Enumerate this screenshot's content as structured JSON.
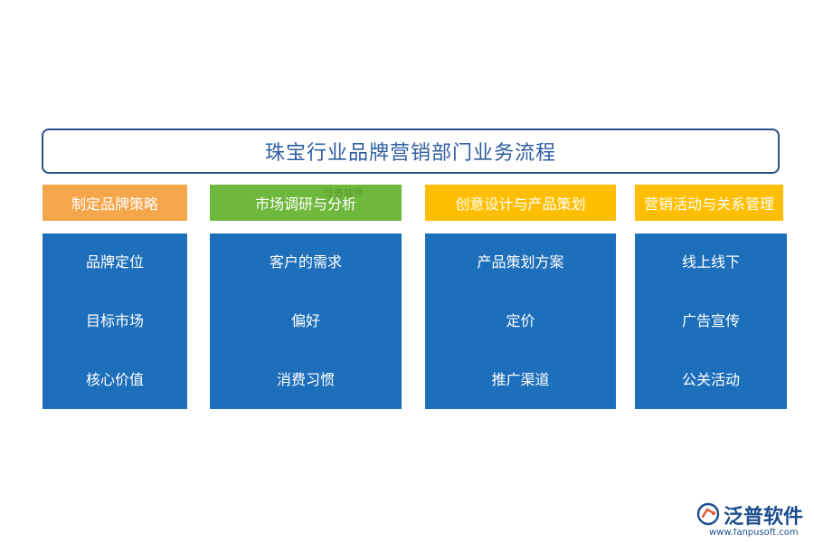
{
  "title": "珠宝行业品牌营销部门业务流程",
  "colors": {
    "title_border": "#2f4f8f",
    "title_text": "#2e5d9f",
    "body_blue": "#1e6fbb",
    "header_orange": "#f5a54a",
    "header_green": "#6fb83e",
    "header_yellow": "#ffbf00"
  },
  "columns": [
    {
      "header": "制定品牌策略",
      "header_color": "#f5a54a",
      "items": [
        "品牌定位",
        "目标市场",
        "核心价值"
      ]
    },
    {
      "header": "市场调研与分析",
      "header_color": "#6fb83e",
      "items": [
        "客户的需求",
        "偏好",
        "消费习惯"
      ]
    },
    {
      "header": "创意设计与产品策划",
      "header_color": "#ffbf00",
      "items": [
        "产品策划方案",
        "定价",
        "推广渠道"
      ]
    },
    {
      "header": "营销活动与关系管理",
      "header_color": "#ffbf00",
      "items": [
        "线上线下",
        "广告宣传",
        "公关活动"
      ]
    }
  ],
  "watermark": "泛普软件",
  "logo": {
    "name": "泛普软件",
    "url": "www.fanpusoft.com",
    "icon": "fanpu-logo-icon"
  }
}
